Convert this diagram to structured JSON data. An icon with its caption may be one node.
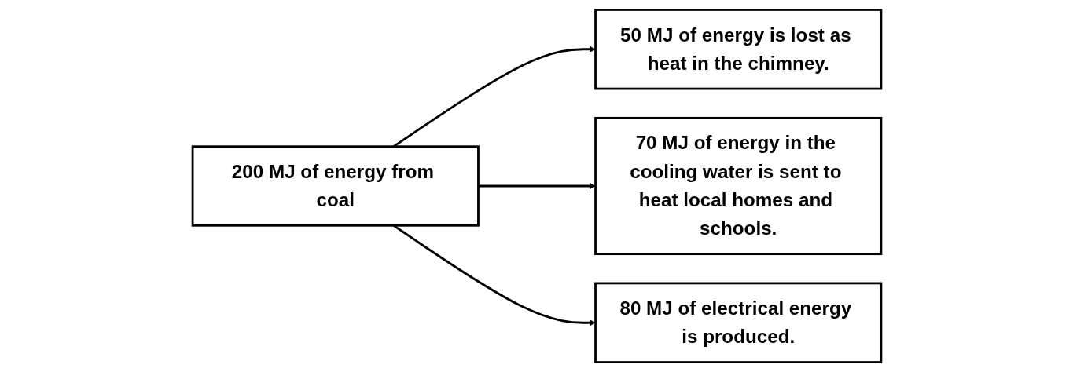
{
  "diagram": {
    "nodes": [
      {
        "text": [
          "50 MJ of energy is lost as heat in the chimney."
        ]
      },
      {
        "text": [
          "70 MJ of energy in the cooling water is sent to heat local homes and schools."
        ]
      },
      {
        "text": [
          "200 MJ of energy from coal"
        ]
      },
      {
        "text": [
          "80 MJ of electrical energy is produced."
        ]
      }
    ],
    "edges": [
      {
        "from": 2,
        "to": 0,
        "arrow": "to"
      },
      {
        "from": 2,
        "to": 1,
        "arrow": "to"
      },
      {
        "from": 2,
        "to": 3,
        "arrow": "to"
      }
    ]
  }
}
